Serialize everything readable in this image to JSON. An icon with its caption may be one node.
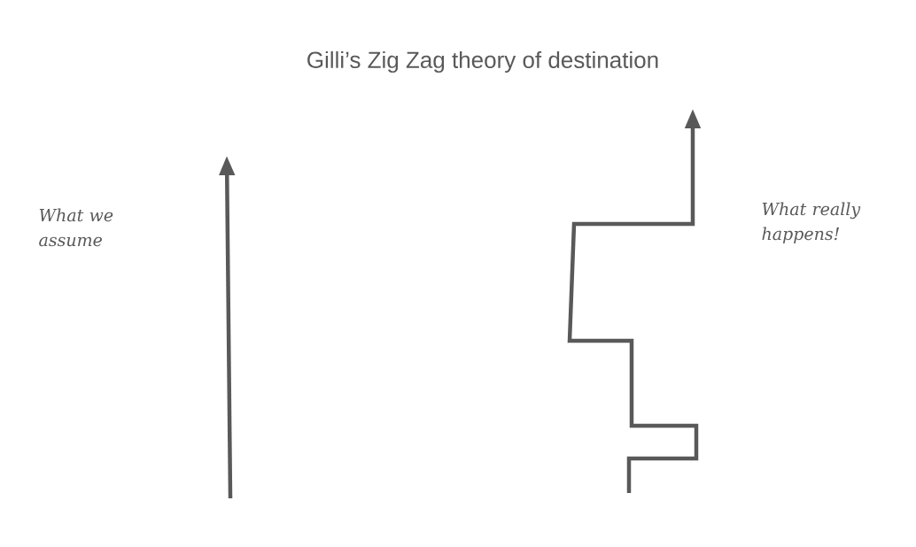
{
  "diagram": {
    "title": "Gilli’s Zig Zag theory of destination",
    "labels": [
      "What we assume",
      "What really happens!"
    ]
  }
}
